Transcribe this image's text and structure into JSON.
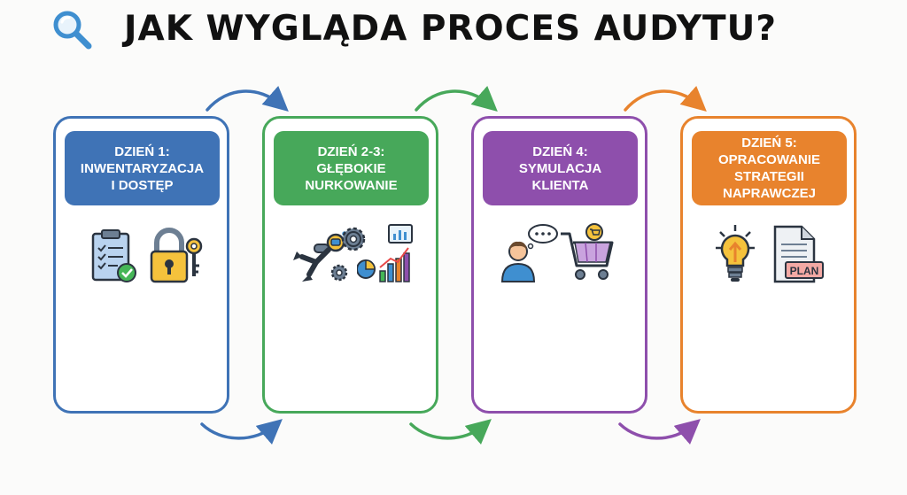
{
  "header": {
    "title": "JAK WYGLĄDA PROCES AUDYTU?"
  },
  "steps": [
    {
      "label": "DZIEŃ 1:\nINWENTARYZACJA\nI DOSTĘP",
      "color": "#3f73b6"
    },
    {
      "label": "DZIEŃ 2-3:\nGŁĘBOKIE\nNURKOWANIE",
      "color": "#47a85a"
    },
    {
      "label": "DZIEŃ 4:\nSYMULACJA\nKLIENTA",
      "color": "#8e4fac"
    },
    {
      "label": "DZIEŃ 5:\nOPRACOWANIE\nSTRATEGII\nNAPRAWCZEJ",
      "color": "#e8832d"
    }
  ],
  "plan_label": "PLAN"
}
